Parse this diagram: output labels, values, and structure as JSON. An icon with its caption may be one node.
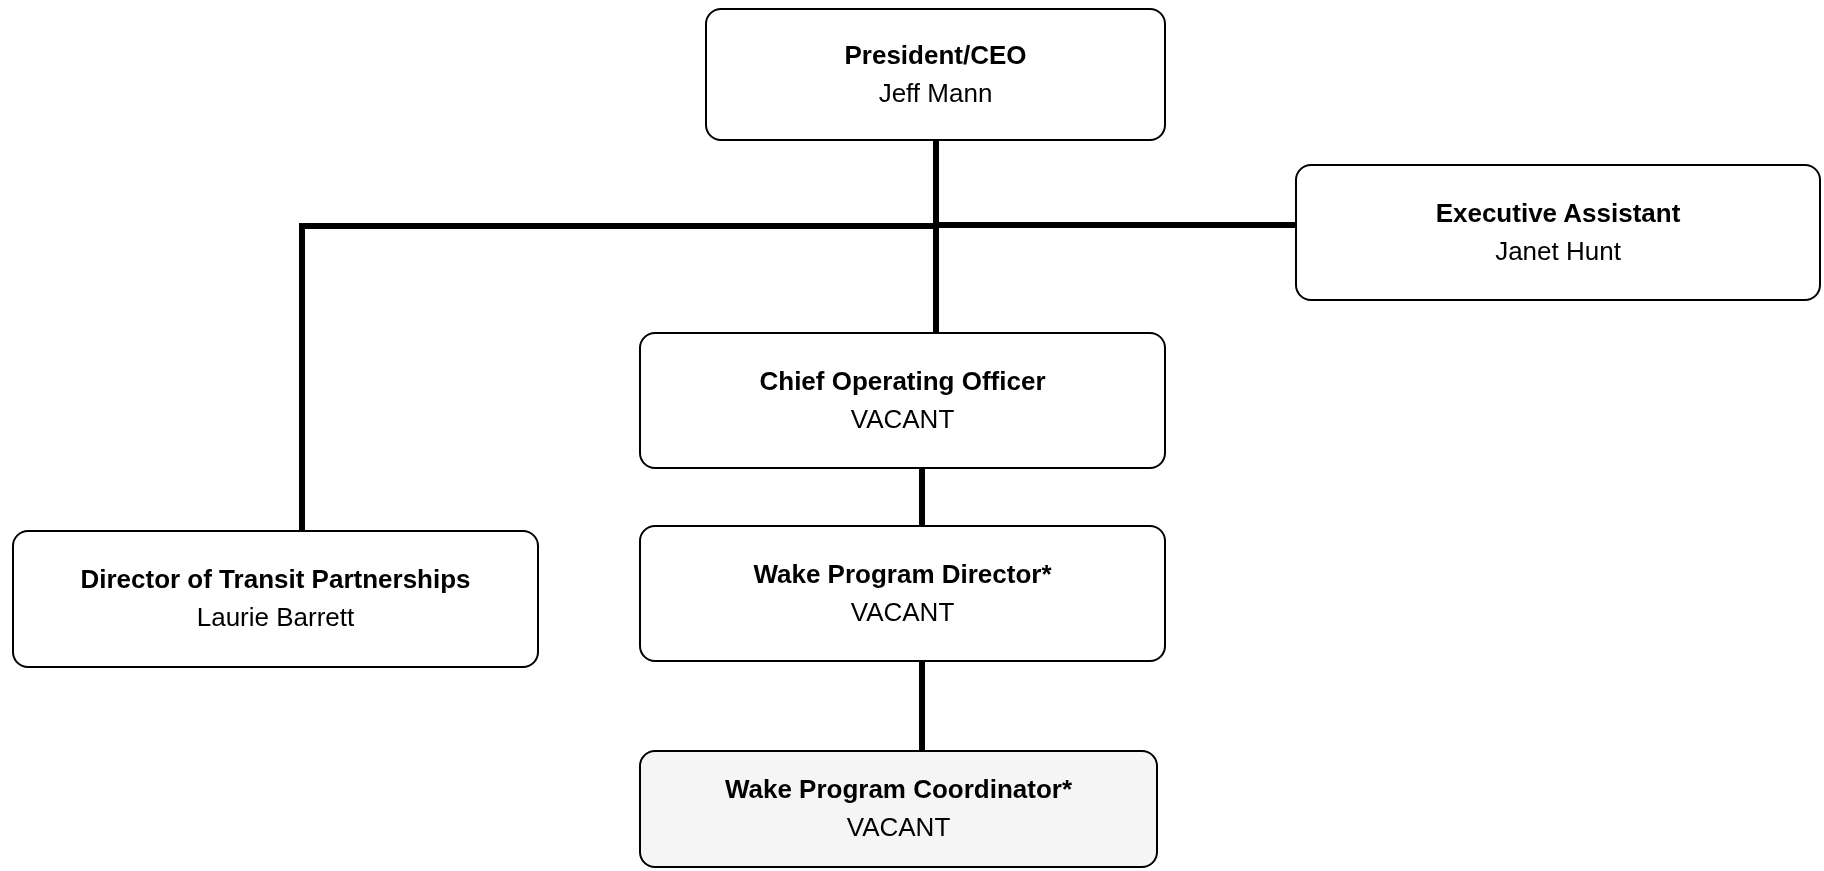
{
  "diagram": {
    "nodes": [
      {
        "text": [
          "President/CEO",
          "Jeff Mann"
        ]
      },
      {
        "text": [
          "Executive Assistant",
          "Janet Hunt"
        ]
      },
      {
        "text": [
          "Chief Operating Officer",
          "VACANT"
        ]
      },
      {
        "text": [
          "Director of Transit Partnerships",
          "Laurie Barrett"
        ]
      },
      {
        "text": [
          "Wake Program Director*",
          "VACANT"
        ]
      },
      {
        "text": [
          "Wake Program Coordinator*",
          "VACANT"
        ]
      }
    ],
    "edges": [
      {
        "from": 0,
        "to": 1,
        "arrow": "none"
      },
      {
        "from": 0,
        "to": 2,
        "arrow": "none"
      },
      {
        "from": 0,
        "to": 3,
        "arrow": "none"
      },
      {
        "from": 2,
        "to": 4,
        "arrow": "none"
      },
      {
        "from": 4,
        "to": 5,
        "arrow": "none"
      }
    ]
  }
}
